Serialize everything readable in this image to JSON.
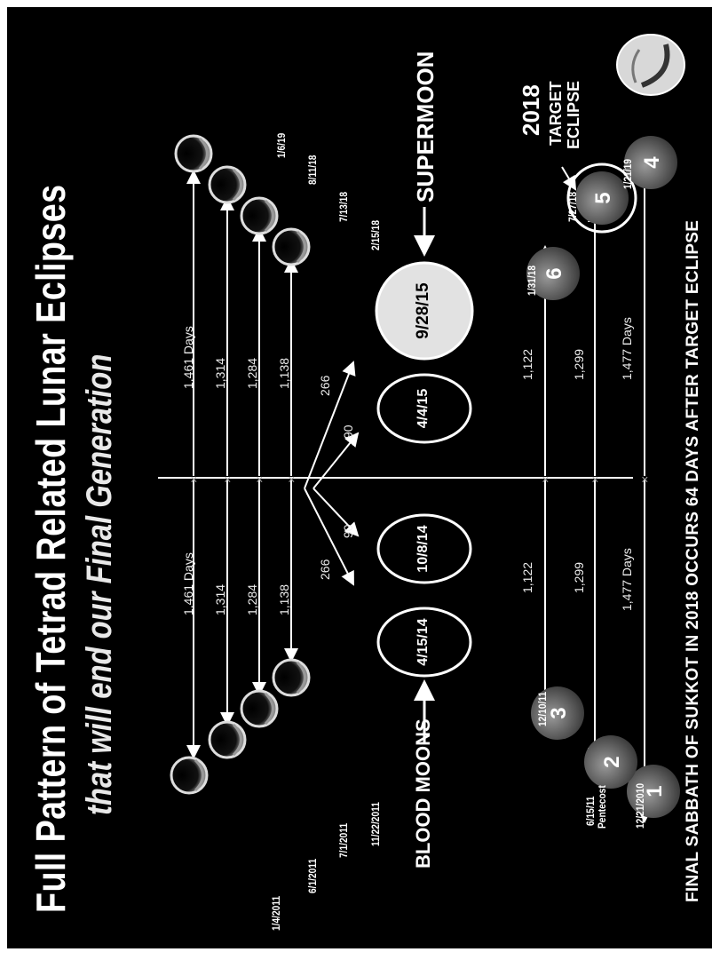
{
  "title": "Full Pattern of Tetrad Related Lunar Eclipses",
  "subtitle": "that will end our Final Generation",
  "labels": {
    "blood_moons": "BLOOD MOONS",
    "supermoon": "SUPERMOON",
    "target_year": "2018",
    "target_line1": "TARGET",
    "target_line2": "ECLIPSE",
    "pentecost": "Pentecost"
  },
  "tetrad": [
    "4/15/14",
    "10/8/14",
    "4/4/15",
    "9/28/15"
  ],
  "tetrad_intervals": {
    "outer": "266",
    "inner": "90"
  },
  "top_left_dates": [
    "1/4/2011",
    "6/1/2011",
    "7/1/2011",
    "11/22/2011"
  ],
  "top_right_dates": [
    "1/6/19",
    "8/11/18",
    "7/13/18",
    "2/15/18"
  ],
  "top_intervals": [
    "1,461 Days",
    "1,314",
    "1,284",
    "1,138"
  ],
  "bottom_left": [
    {
      "num": "1",
      "date": "12/21/2010"
    },
    {
      "num": "2",
      "date": "6/15/11"
    },
    {
      "num": "3",
      "date": "12/10/11"
    }
  ],
  "bottom_right": [
    {
      "num": "6",
      "date": "1/31/18"
    },
    {
      "num": "5",
      "date": "7/27/18"
    },
    {
      "num": "4",
      "date": "1/21/19"
    }
  ],
  "bottom_intervals": [
    "1,122",
    "1,299",
    "1,477 Days"
  ],
  "footer": "FINAL SABBATH OF SUKKOT IN 2018 OCCURS 64 DAYS AFTER TARGET ECLIPSE",
  "colors": {
    "background": "#000000",
    "foreground": "#ffffff",
    "moon": "#6e6e6e"
  }
}
